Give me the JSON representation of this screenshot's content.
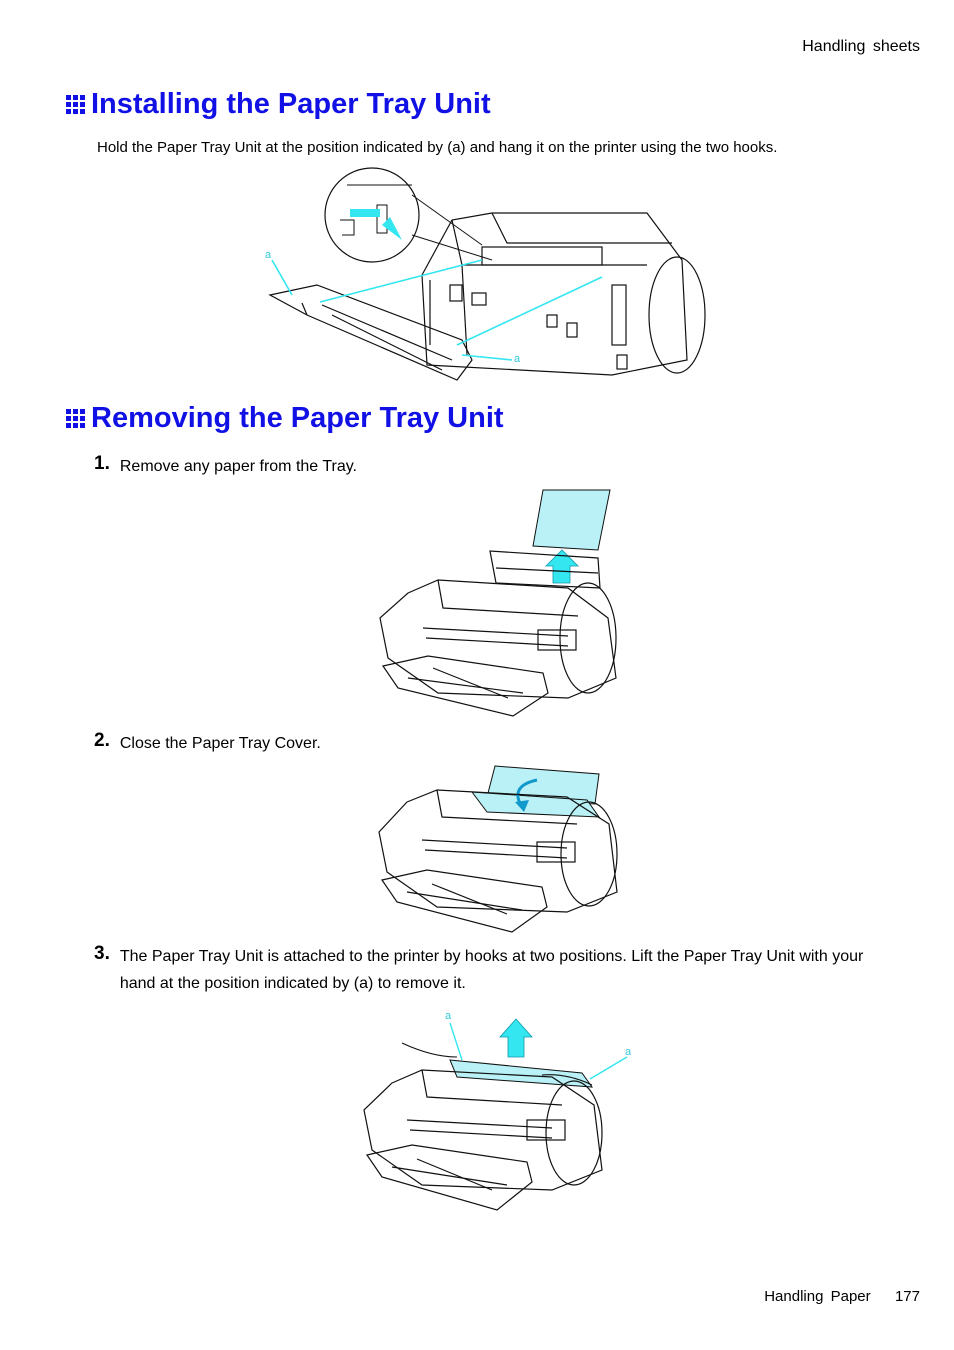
{
  "header": {
    "section": "Handling  sheets"
  },
  "install": {
    "title": "Installing the Paper Tray Unit",
    "body": "Hold the Paper Tray Unit at the position indicated by (a) and hang it on the printer using the two hooks.",
    "callouts": [
      "a",
      "a"
    ]
  },
  "remove": {
    "title": "Removing the Paper Tray Unit",
    "steps": [
      {
        "num": "1.",
        "text": "Remove any paper from the Tray."
      },
      {
        "num": "2.",
        "text": "Close the Paper Tray Cover."
      },
      {
        "num": "3.",
        "text": "The Paper Tray Unit is attached to the printer by hooks at two positions.  Lift the Paper Tray Unit with your hand at the position indicated by (a) to remove it."
      }
    ],
    "callouts": [
      "a",
      "a"
    ]
  },
  "footer": {
    "chapter": "Handling Paper",
    "page": "177"
  },
  "colors": {
    "heading": "#1111e6",
    "highlight": "#33e6f0"
  }
}
